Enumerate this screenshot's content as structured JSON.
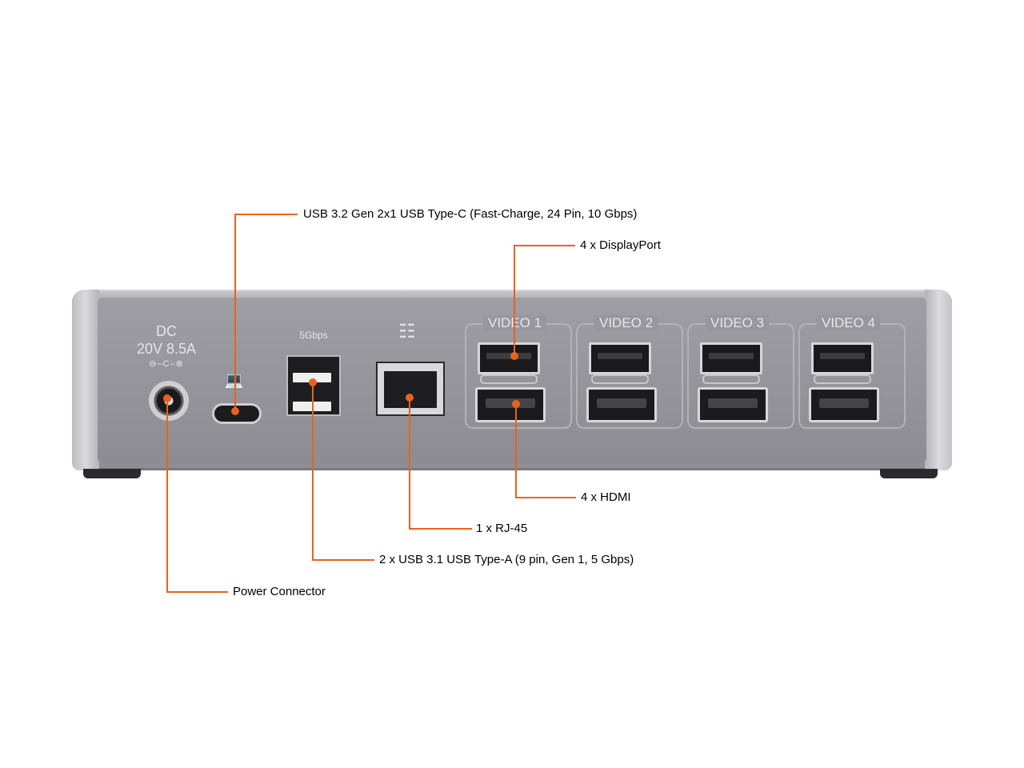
{
  "device": {
    "dc_label": "DC",
    "dc_rating": "20V 8.5A",
    "dc_polarity": "⊖–C–⊕",
    "usb_a_speed": "5Gbps",
    "video_labels": [
      "VIDEO 1",
      "VIDEO 2",
      "VIDEO 3",
      "VIDEO 4"
    ]
  },
  "callouts": {
    "usb_c": "USB 3.2 Gen 2x1 USB Type-C (Fast-Charge, 24 Pin, 10 Gbps)",
    "displayport": "4 x DisplayPort",
    "hdmi": "4 x HDMI",
    "rj45": "1 x RJ-45",
    "usb_a": "2 x USB 3.1 USB Type-A (9 pin, Gen 1, 5 Gbps)",
    "power": "Power Connector"
  },
  "colors": {
    "accent": "#e8621e",
    "device_body": "#9a999f"
  },
  "icons": [
    "laptop-icon",
    "network-icon"
  ]
}
